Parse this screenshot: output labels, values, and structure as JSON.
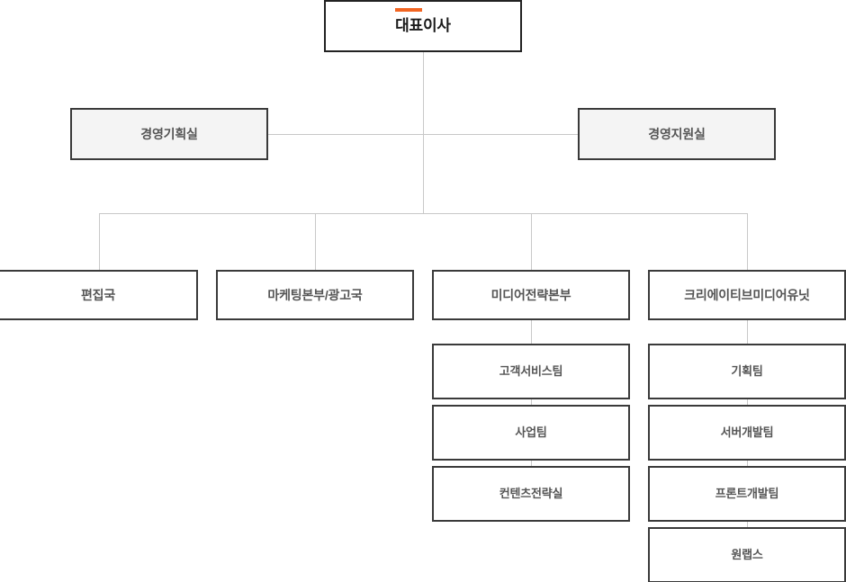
{
  "chart": {
    "type": "org-chart",
    "accent_color": "#f26522",
    "box_border_color": "#3a3a3a",
    "staff_box_fill": "#f4f4f4",
    "connector_color": "#c8c8c8",
    "text_color": "#555555",
    "root": {
      "label": "대표이사",
      "accent": true
    },
    "staff": [
      {
        "label": "경영기획실"
      },
      {
        "label": "경영지원실"
      }
    ],
    "divisions": [
      {
        "label": "편집국",
        "teams": []
      },
      {
        "label": "마케팅본부/광고국",
        "teams": []
      },
      {
        "label": "미디어전략본부",
        "teams": [
          {
            "label": "고객서비스팀"
          },
          {
            "label": "사업팀"
          },
          {
            "label": "컨텐츠전략실"
          }
        ]
      },
      {
        "label": "크리에이티브미디어유닛",
        "teams": [
          {
            "label": "기획팀"
          },
          {
            "label": "서버개발팀"
          },
          {
            "label": "프론트개발팀"
          },
          {
            "label": "원랩스"
          }
        ]
      }
    ]
  }
}
